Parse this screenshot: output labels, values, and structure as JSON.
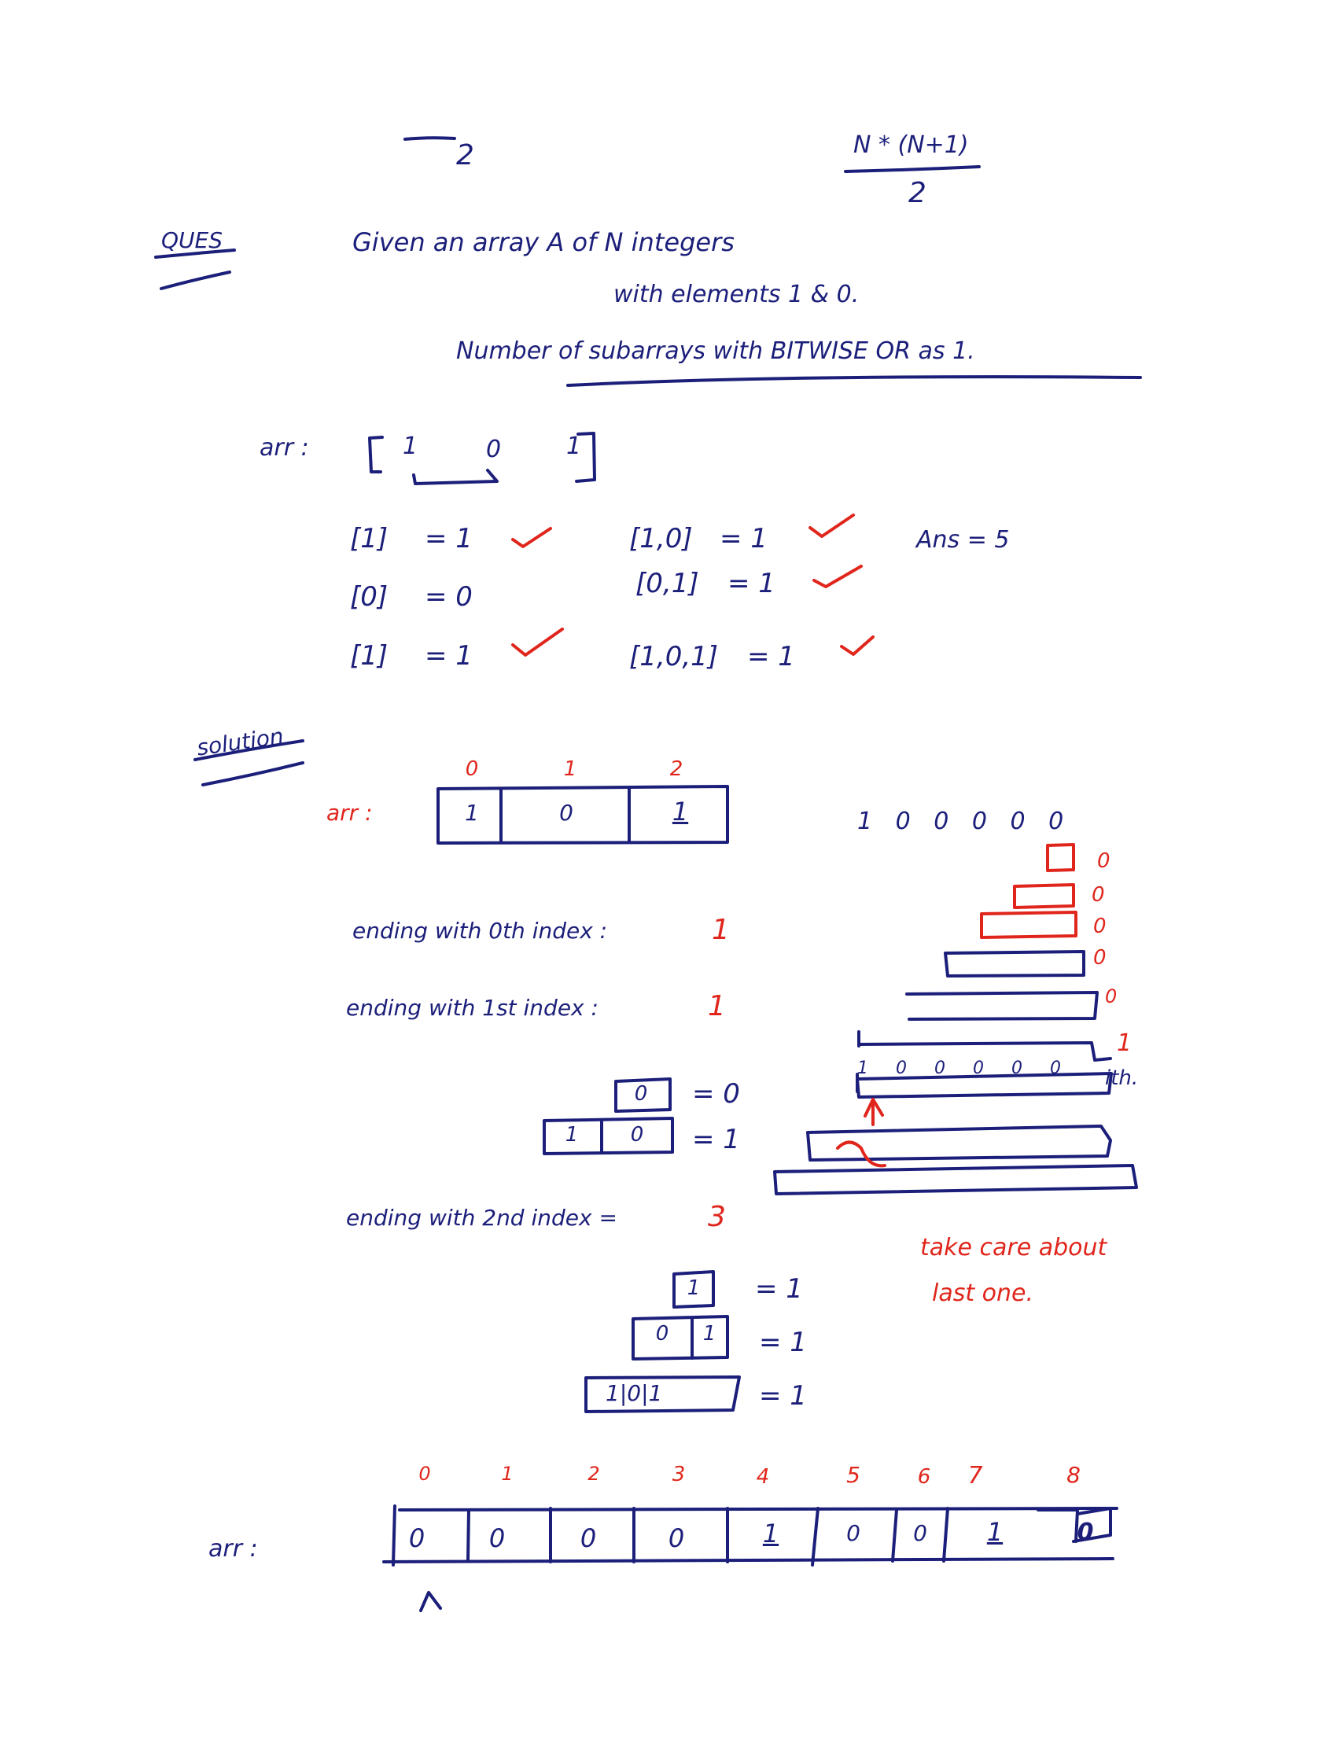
{
  "colors": {
    "ink_blue": "#1c1f7a",
    "ink_red": "#e0261c"
  },
  "header": {
    "left_fraction_denominator": "2",
    "formula_numerator": "N * (N+1)",
    "formula_denominator": "2"
  },
  "question": {
    "tag": "QUES",
    "line1": "Given an array A of N integers",
    "line2": "with elements 1 & 0.",
    "line3": "Number of subarrays with BITWISE OR as 1."
  },
  "example": {
    "arr_label": "arr :",
    "arr_values": [
      "1",
      "0",
      "1"
    ],
    "left_subarrays": [
      {
        "expr": "[1]",
        "result": "= 1",
        "check": true
      },
      {
        "expr": "[0]",
        "result": "= 0",
        "check": false
      },
      {
        "expr": "[1]",
        "result": "= 1",
        "check": true
      }
    ],
    "right_subarrays": [
      {
        "expr": "[1,0]",
        "result": "= 1",
        "check": true
      },
      {
        "expr": "[0,1]",
        "result": "= 1",
        "check": true
      },
      {
        "expr": "[1,0,1]",
        "result": "= 1",
        "check": true
      }
    ],
    "answer": "Ans = 5"
  },
  "solution": {
    "tag": "solution",
    "arr_label": "arr :",
    "indices": [
      "0",
      "1",
      "2"
    ],
    "cells": [
      "1",
      "0",
      "1"
    ],
    "ending0_label": "ending with 0th index :",
    "ending0_value": "1",
    "ending1_label": "ending with 1st index :",
    "ending1_value": "1",
    "box_0": "0",
    "box_0_result": "= 0",
    "box_10": [
      "1",
      "0"
    ],
    "box_10_result": "= 1",
    "ending2_label": "ending with 2nd index =",
    "ending2_value": "3",
    "box_1": "1",
    "box_1_result": "= 1",
    "box_01": [
      "0",
      "1"
    ],
    "box_01_result": "= 1",
    "box_101": "1|0|1",
    "box_101_result": "= 1"
  },
  "diagram": {
    "top_row": "1 0 0 0 0 0",
    "right_zeros": [
      "0",
      "0",
      "0",
      "0",
      "0"
    ],
    "right_one": "1",
    "middle_row": "1 0 0 0 0 0",
    "ith_label": "ith.",
    "note_line1": "take care about",
    "note_line2": "last one."
  },
  "bottom_array": {
    "label": "arr :",
    "indices": [
      "0",
      "1",
      "2",
      "3",
      "4",
      "5",
      "6",
      "7",
      "8"
    ],
    "values": [
      "0",
      "0",
      "0",
      "0",
      "1",
      "0",
      "0",
      "1",
      "0"
    ]
  }
}
